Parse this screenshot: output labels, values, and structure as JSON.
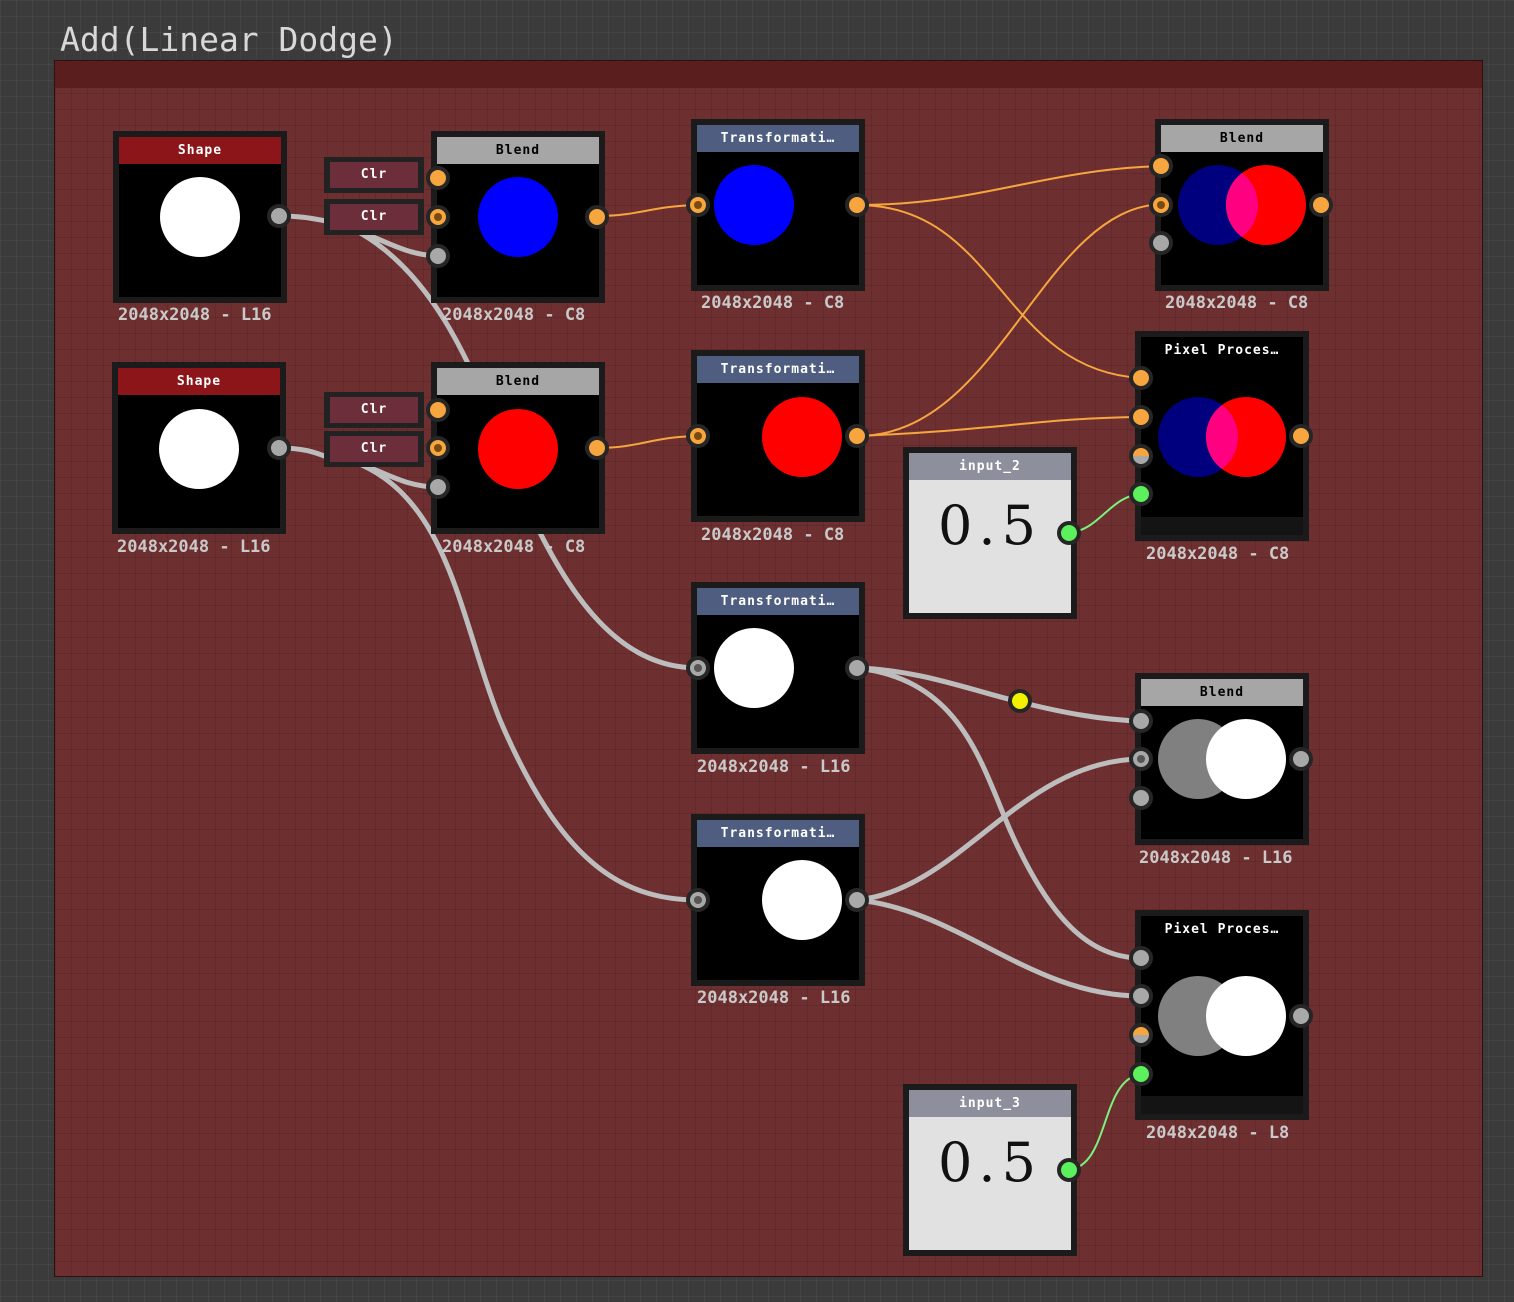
{
  "frame": {
    "title": "Add(Linear Dodge)"
  },
  "nodes": {
    "shape1": {
      "title": "Shape",
      "label": "2048x2048 - L16"
    },
    "shape2": {
      "title": "Shape",
      "label": "2048x2048 - L16"
    },
    "clr1a": {
      "title": "Clr"
    },
    "clr1b": {
      "title": "Clr"
    },
    "clr2a": {
      "title": "Clr"
    },
    "clr2b": {
      "title": "Clr"
    },
    "blend_blue": {
      "title": "Blend",
      "label": "2048x2048 - C8"
    },
    "blend_red": {
      "title": "Blend",
      "label": "2048x2048 - C8"
    },
    "trans_blue": {
      "title": "Transformati…",
      "label": "2048x2048 - C8"
    },
    "trans_red": {
      "title": "Transformati…",
      "label": "2048x2048 - C8"
    },
    "trans_white1": {
      "title": "Transformati…",
      "label": "2048x2048 - L16"
    },
    "trans_white2": {
      "title": "Transformati…",
      "label": "2048x2048 - L16"
    },
    "blend_color": {
      "title": "Blend",
      "label": "2048x2048 - C8"
    },
    "pixel_color": {
      "title": "Pixel Proces…",
      "label": "2048x2048 - C8"
    },
    "blend_gray": {
      "title": "Blend",
      "label": "2048x2048 - L16"
    },
    "pixel_gray": {
      "title": "Pixel Proces…",
      "label": "2048x2048 - L8"
    },
    "input_2": {
      "title": "input_2",
      "value": "0.5"
    },
    "input_3": {
      "title": "input_3",
      "value": "0.5"
    }
  },
  "colors": {
    "frame": "#6e2f30",
    "frame_header": "#5b1e1f",
    "color_wire": "#f7a53e",
    "gray_wire": "#bdbdbd",
    "float_wire": "#7cf07c",
    "reroute": "#f2f200"
  }
}
